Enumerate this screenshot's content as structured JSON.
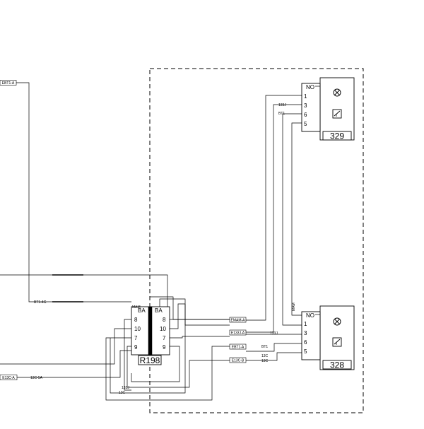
{
  "component_329": {
    "id": "329",
    "top_pin_label": "NO",
    "pins": [
      "1",
      "3",
      "6",
      "5"
    ]
  },
  "component_328": {
    "id": "328",
    "top_pin_label": "NO",
    "pins": [
      "1",
      "3",
      "6",
      "5"
    ]
  },
  "connector_r198": {
    "id": "R198",
    "left_header": "BA",
    "right_header": "BA",
    "left_pins": [
      "8",
      "10",
      "7",
      "9"
    ],
    "right_pins": [
      "8",
      "10",
      "7",
      "9"
    ]
  },
  "tags": {
    "ebt1a_top_left": "EBT1-A",
    "emam": "EMAM-A",
    "e133j": "E133J-A",
    "ebt1a": "EBT1-A",
    "e13c": "E13C-B",
    "e13c_left": "E13C-A"
  },
  "wire_labels": {
    "w133j_top": "133J",
    "wbt1_top": "BT1",
    "mam_vertical": "MAM",
    "bt14g": "BT1-4G",
    "mam_conn": "MAM",
    "w133j_mid": "133J",
    "wbt1_mid": "BT1",
    "w13c_a": "13C",
    "w13c_b": "13C",
    "w13c5a": "13C-5A",
    "w133j_bot": "133J",
    "w13c_bot": "13C"
  }
}
